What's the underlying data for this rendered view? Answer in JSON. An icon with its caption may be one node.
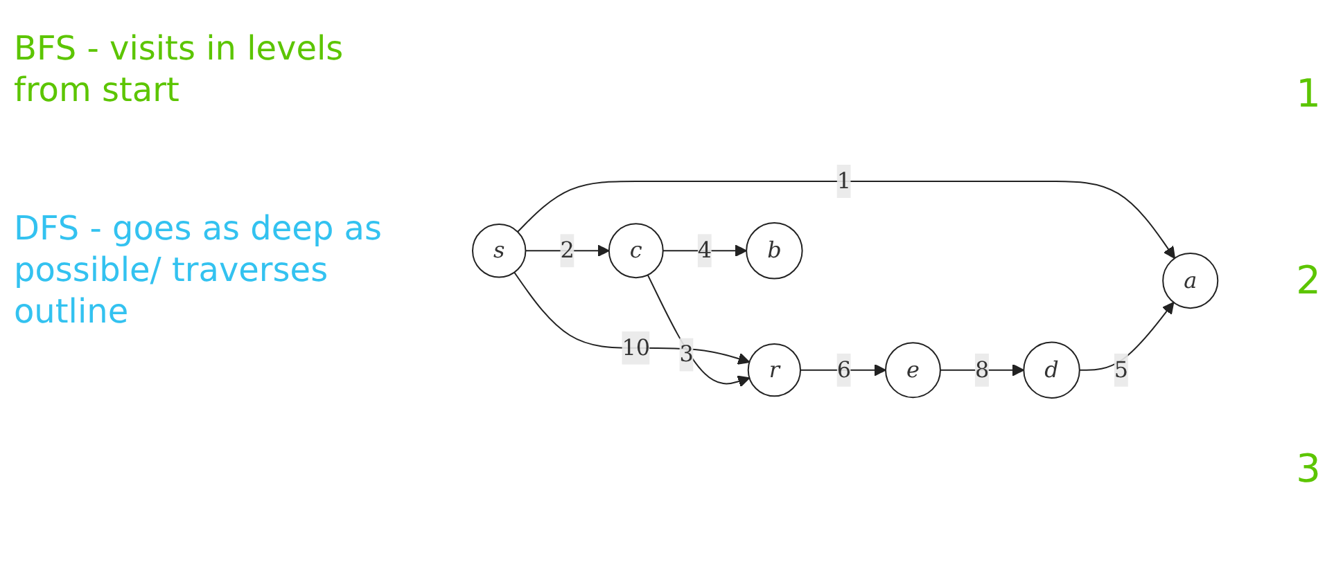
{
  "diagram": {
    "nodes": [
      {
        "text": [
          "a"
        ]
      },
      {
        "text": [
          "s"
        ]
      },
      {
        "text": [
          "c"
        ]
      },
      {
        "text": [
          "d"
        ]
      },
      {
        "text": [
          "r"
        ]
      },
      {
        "text": [
          "b"
        ]
      },
      {
        "text": [
          "e"
        ]
      }
    ],
    "edges": [
      {
        "from": 1,
        "to": 0,
        "arrow": "to",
        "label": "1"
      },
      {
        "from": 1,
        "to": 2,
        "arrow": "to",
        "label": "2"
      },
      {
        "from": 1,
        "to": 4,
        "arrow": "to",
        "label": "10"
      },
      {
        "from": 2,
        "to": 4,
        "arrow": "to",
        "label": "3"
      },
      {
        "from": 2,
        "to": 5,
        "arrow": "to",
        "label": "4"
      },
      {
        "from": 3,
        "to": 0,
        "arrow": "to",
        "label": "5"
      },
      {
        "from": 6,
        "to": 3,
        "arrow": "to",
        "label": "8"
      },
      {
        "from": 4,
        "to": 6,
        "arrow": "to",
        "label": "6"
      }
    ],
    "labels": [
      "BFS - visits in levels from start",
      "DFS - goes as deep as possible/ traverses outline",
      "1",
      "2",
      "3"
    ]
  }
}
